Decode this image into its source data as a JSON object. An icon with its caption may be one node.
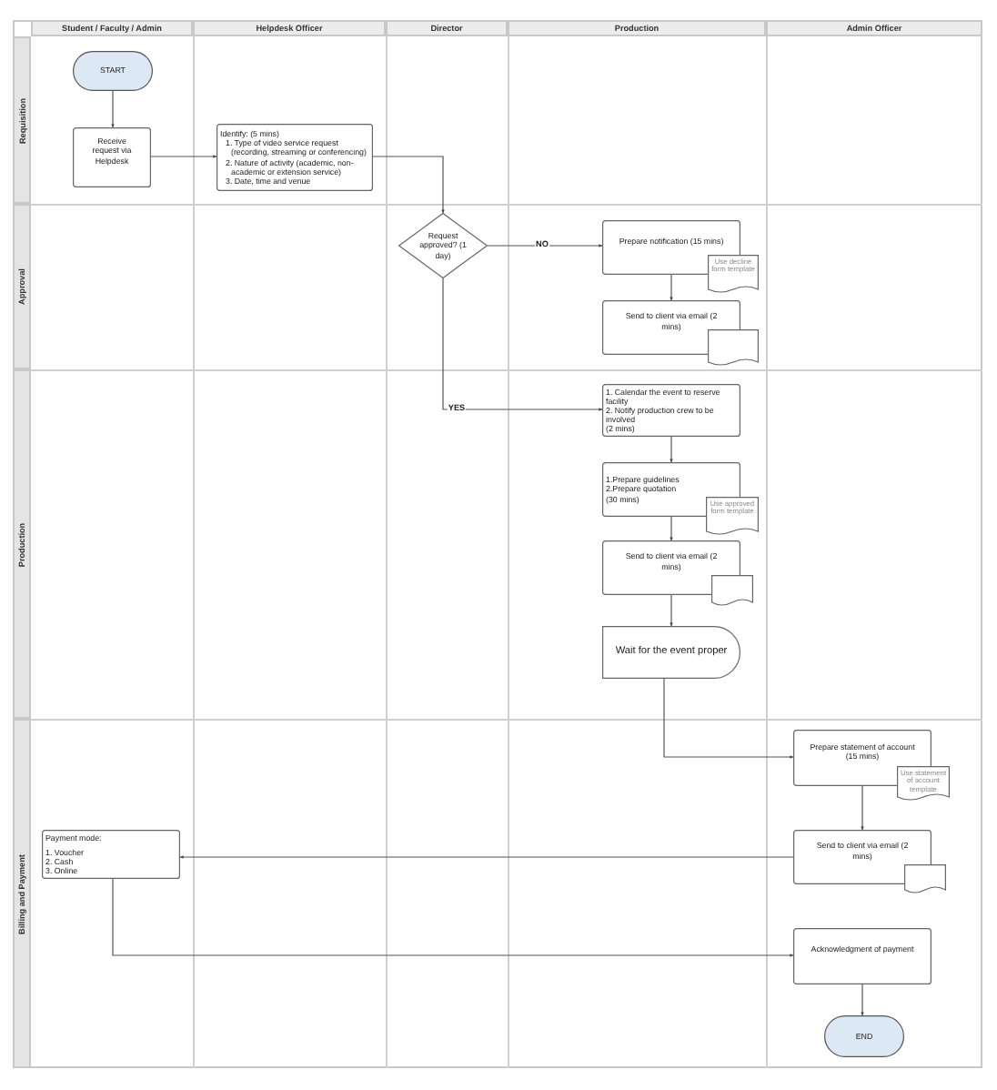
{
  "diagram": {
    "nodes": [
      {
        "text": [
          "START"
        ]
      },
      {
        "text": [
          "Receive request via Helpdesk"
        ]
      },
      {
        "text": [
          "Identify: (5 mins)",
          "1. Type of video service request (recording, streaming or conferencing)",
          "2. Nature of activity (academic, non-academic or extension service)",
          "3. Date, time and venue"
        ]
      },
      {
        "text": [
          "Request approved? (1 day)"
        ]
      },
      {
        "text": [
          "Prepare notification (15 mins)"
        ]
      },
      {
        "text": [
          "Use decline form template"
        ]
      },
      {
        "text": [
          "Send to client via email (2 mins)"
        ]
      },
      {
        "text": [],
        "shape": "document"
      },
      {
        "text": [
          "1. Calendar the event to reserve facility",
          "2. Notify production crew to be involved",
          "(2 mins)"
        ]
      },
      {
        "text": [
          "1.Prepare guidelines",
          "2.Prepare quotation",
          "(30 mins)"
        ]
      },
      {
        "text": [
          "Use approved form template"
        ]
      },
      {
        "text": [
          "Send to client via email (2 mins)"
        ]
      },
      {
        "text": [],
        "shape": "document"
      },
      {
        "text": [
          "Wait for the event proper"
        ]
      },
      {
        "text": [
          "Prepare statement of account (15 mins)"
        ]
      },
      {
        "text": [
          "Use statement of account template"
        ]
      },
      {
        "text": [
          "Send to client via email (2 mins)"
        ]
      },
      {
        "text": [],
        "shape": "document"
      },
      {
        "text": [
          "Payment mode:",
          "1. Voucher",
          "2. Cash",
          "3. Online"
        ]
      },
      {
        "text": [
          "Acknowledgment of payment"
        ]
      },
      {
        "text": [
          "END"
        ]
      }
    ],
    "edges": [
      {
        "from": 0,
        "to": 1,
        "arrow": "to"
      },
      {
        "from": 1,
        "to": 2,
        "arrow": "to"
      },
      {
        "from": 2,
        "to": 3,
        "arrow": "to"
      },
      {
        "from": 3,
        "to": 4,
        "arrow": "to",
        "label": "NO"
      },
      {
        "from": 4,
        "to": 6,
        "arrow": "to"
      },
      {
        "from": 3,
        "to": 8,
        "arrow": "to",
        "label": "YES"
      },
      {
        "from": 8,
        "to": 9,
        "arrow": "to"
      },
      {
        "from": 9,
        "to": 11,
        "arrow": "to"
      },
      {
        "from": 11,
        "to": 13,
        "arrow": "to"
      },
      {
        "from": 13,
        "to": 14,
        "arrow": "to"
      },
      {
        "from": 14,
        "to": 16,
        "arrow": "to"
      },
      {
        "from": 16,
        "to": 18,
        "arrow": "to"
      },
      {
        "from": 18,
        "to": 19,
        "arrow": "to"
      },
      {
        "from": 19,
        "to": 20,
        "arrow": "to"
      }
    ],
    "labels": [
      "Student / Faculty / Admin",
      "Helpdesk Officer",
      "Director",
      "Production",
      "Admin Officer",
      "Requisition",
      "Approval",
      "Production",
      "Billing and Payment"
    ]
  }
}
